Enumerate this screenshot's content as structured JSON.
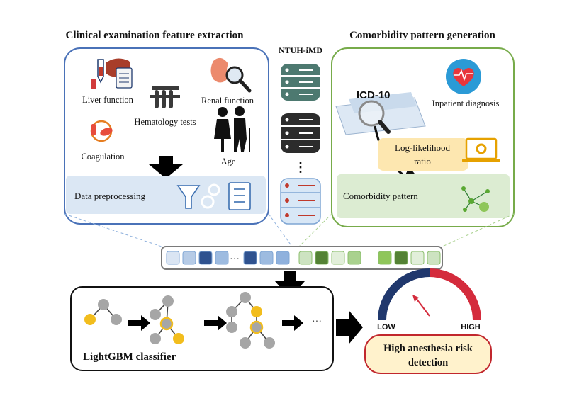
{
  "titles": {
    "clinical": "Clinical examination feature extraction",
    "comorbidity": "Comorbidity pattern generation",
    "database": "NTUH-iMD"
  },
  "clinical": {
    "liver": "Liver function",
    "hematology": "Hematology tests",
    "renal": "Renal function",
    "coagulation": "Coagulation",
    "age": "Age",
    "preprocessing": "Data preprocessing"
  },
  "comorbidity": {
    "icd": "ICD-10",
    "inpatient": "Inpatient diagnosis",
    "llr_line1": "Log-likelihood",
    "llr_line2": "ratio",
    "pattern": "Comorbidity pattern"
  },
  "database_ellipsis": "⋮",
  "vector_ellipsis": "···",
  "model": {
    "label": "LightGBM classifier",
    "ellipsis": "···"
  },
  "risk": {
    "low": "LOW",
    "high": "HIGH",
    "line1": "High anesthesia risk",
    "line2": "detection"
  },
  "colors": {
    "blue_frame": "#4a72b8",
    "green_frame": "#77ab4a",
    "preprocess_fill": "#dbe7f4",
    "pattern_fill": "#dcecd2",
    "llr_fill": "#fde7b0",
    "node_gray": "#a6a6a6",
    "node_yellow": "#f2bd1d",
    "gauge_navy": "#20386d",
    "gauge_red": "#d42b3c",
    "risk_fill": "#fff2cc",
    "risk_border": "#c1272d"
  },
  "vector_cells": {
    "clinical": [
      "#dae5f3",
      "#b6cbe6",
      "#2f528f",
      "#9dbbe0",
      "#2f528f",
      "#9dbbe0",
      "#8fb1dd"
    ],
    "comorbidity": [
      "#cde3c1",
      "#548235",
      "#e2efda",
      "#a9d18e",
      "#8fc65a",
      "#548235",
      "#e2efda",
      "#cde3c1"
    ]
  }
}
